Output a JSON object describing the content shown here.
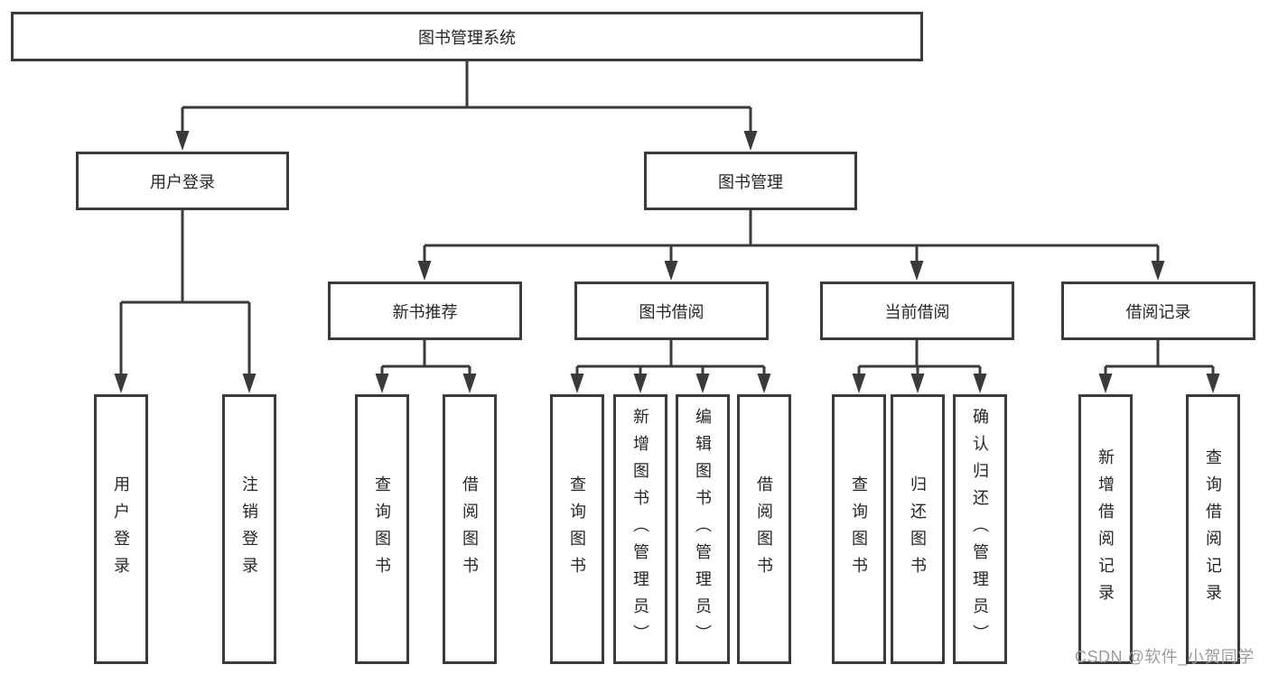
{
  "diagram": {
    "tree": {
      "label": "图书管理系统",
      "children": [
        {
          "label": "用户登录",
          "children": [
            {
              "label": "用户登录"
            },
            {
              "label": "注销登录"
            }
          ]
        },
        {
          "label": "图书管理",
          "children": [
            {
              "label": "新书推荐",
              "children": [
                {
                  "label": "查询图书"
                },
                {
                  "label": "借阅图书"
                }
              ]
            },
            {
              "label": "图书借阅",
              "children": [
                {
                  "label": "查询图书"
                },
                {
                  "label": "新增图书（管理员）"
                },
                {
                  "label": "编辑图书（管理员）"
                },
                {
                  "label": "借阅图书"
                }
              ]
            },
            {
              "label": "当前借阅",
              "children": [
                {
                  "label": "查询图书"
                },
                {
                  "label": "归还图书"
                },
                {
                  "label": "确认归还（管理员）"
                }
              ]
            },
            {
              "label": "借阅记录",
              "children": [
                {
                  "label": "新增借阅记录"
                },
                {
                  "label": "查询借阅记录"
                }
              ]
            }
          ]
        }
      ]
    }
  },
  "watermark": "CSDN @软件_小贺同学",
  "colors": {
    "background": "#ffffff",
    "line": "#3a3a3a",
    "box_border": "#3a3a3a",
    "box_fill": "#ffffff",
    "text": "#262626",
    "watermark": "#9c9c9c"
  }
}
